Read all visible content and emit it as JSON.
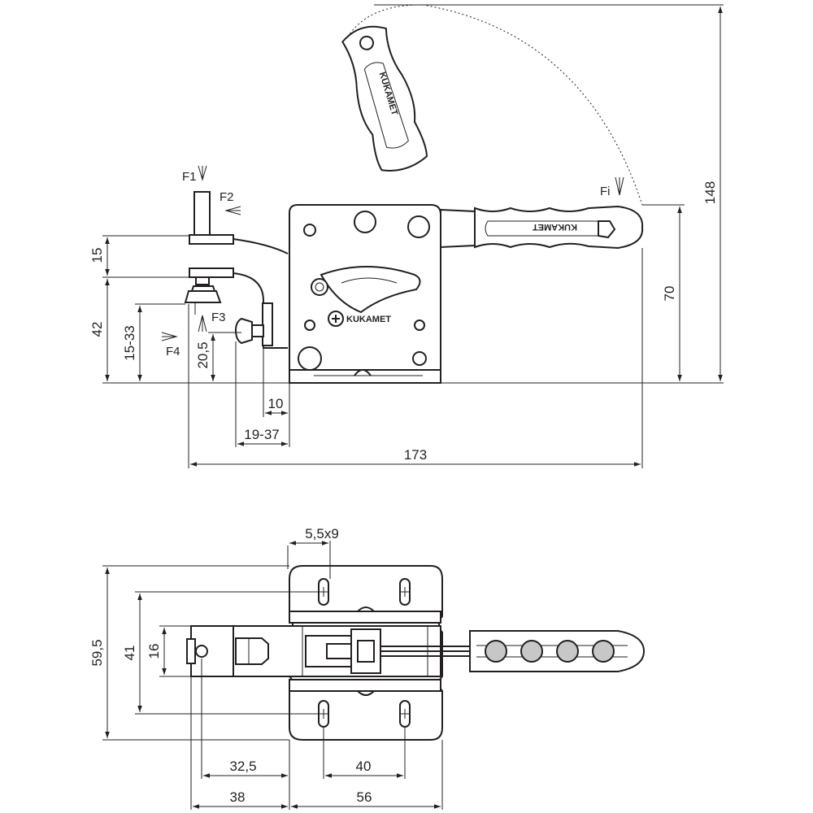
{
  "side_view": {
    "forces": {
      "f1": "F1",
      "f2": "F2",
      "f3": "F3",
      "f4": "F4",
      "fi": "Fi"
    },
    "dimensions": {
      "height_148": "148",
      "height_70": "70",
      "height_15": "15",
      "height_42": "42",
      "height_15_33": "15-33",
      "height_20_5": "20,5",
      "width_10": "10",
      "width_19_37": "19-37",
      "width_173": "173"
    },
    "brand": "KUKAMET"
  },
  "top_view": {
    "dimensions": {
      "slot_5_5x9": "5,5x9",
      "height_59_5": "59,5",
      "height_41": "41",
      "height_16": "16",
      "width_32_5": "32,5",
      "width_40": "40",
      "width_38": "38",
      "width_56": "56"
    }
  },
  "colors": {
    "line": "#231f20",
    "grip": "#c7c7c7",
    "background": "#ffffff"
  },
  "icons": {
    "force_arrow": "hollow-arrow-icon",
    "brand_logo": "kukamet-logo-icon"
  }
}
